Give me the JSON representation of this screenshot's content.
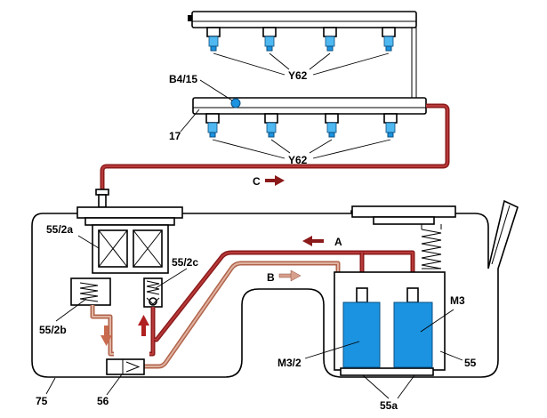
{
  "labels": {
    "y62_top": "Y62",
    "b4_15": "B4/15",
    "rail_17": "17",
    "y62_bottom": "Y62",
    "flow_c": "C",
    "flow_a": "A",
    "flow_b": "B",
    "l_55_2a": "55/2a",
    "l_55_2c": "55/2c",
    "l_55_2b": "55/2b",
    "l_m3": "M3",
    "l_m3_2": "M3/2",
    "l_55": "55",
    "l_75": "75",
    "l_56": "56",
    "l_55a": "55a"
  },
  "colors": {
    "feed_line": "#8b1a1a",
    "return_line": "#b0634a",
    "pump_blue": "#1b93e0"
  }
}
